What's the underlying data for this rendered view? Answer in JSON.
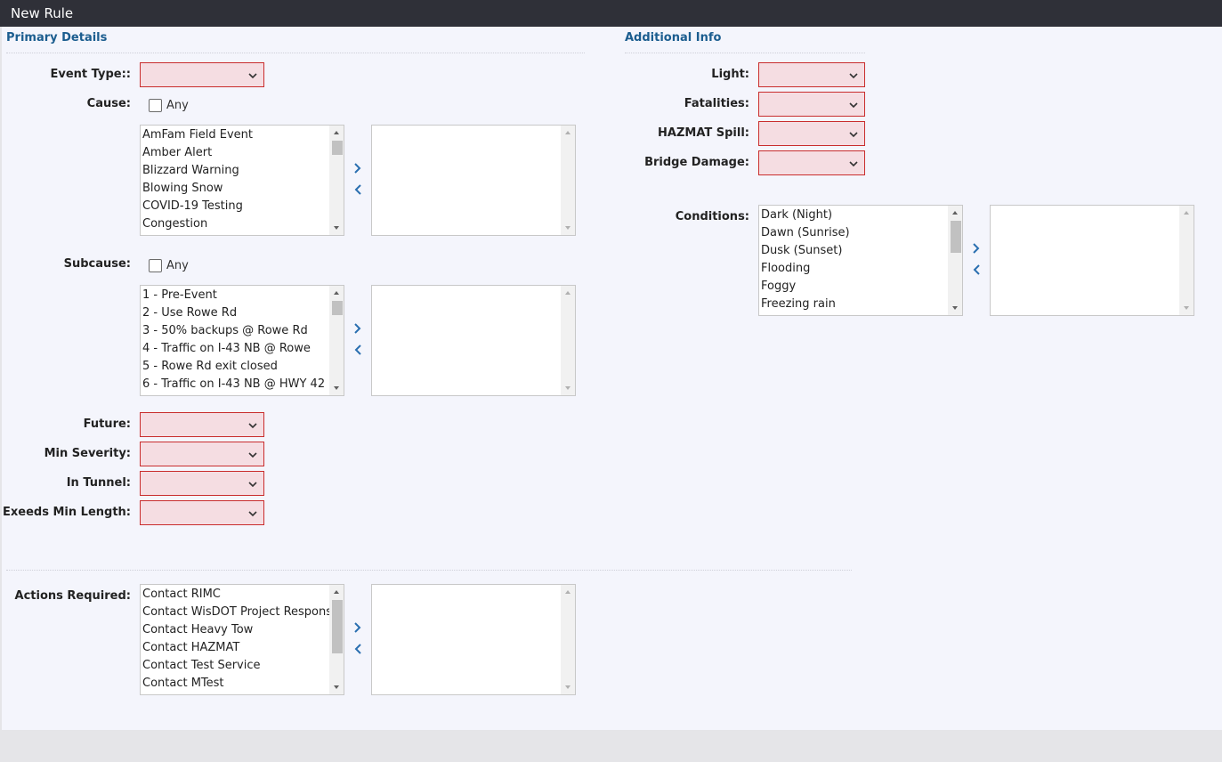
{
  "window": {
    "title": "New Rule"
  },
  "primary": {
    "title": "Primary Details",
    "event_type": {
      "label": "Event Type::",
      "value": ""
    },
    "cause": {
      "label": "Cause:",
      "any_label": "Any",
      "any_checked": false,
      "available": [
        "AmFam Field Event",
        "Amber Alert",
        "Blizzard Warning",
        "Blowing Snow",
        "COVID-19 Testing",
        "Congestion"
      ],
      "selected": []
    },
    "subcause": {
      "label": "Subcause:",
      "any_label": "Any",
      "any_checked": false,
      "available": [
        "1 - Pre-Event",
        "2 - Use Rowe Rd",
        "3 - 50% backups @ Rowe Rd",
        "4 - Traffic on I-43 NB @ Rowe",
        "5 - Rowe Rd exit closed",
        "6 - Traffic on I-43 NB @ HWY 42"
      ],
      "selected": []
    },
    "future": {
      "label": "Future:",
      "value": ""
    },
    "min_severity": {
      "label": "Min Severity:",
      "value": ""
    },
    "in_tunnel": {
      "label": "In Tunnel:",
      "value": ""
    },
    "exceeds_min_length": {
      "label": "Exeeds Min Length:",
      "value": ""
    }
  },
  "additional": {
    "title": "Additional Info",
    "light": {
      "label": "Light:",
      "value": ""
    },
    "fatalities": {
      "label": "Fatalities:",
      "value": ""
    },
    "hazmat_spill": {
      "label": "HAZMAT Spill:",
      "value": ""
    },
    "bridge_damage": {
      "label": "Bridge Damage:",
      "value": ""
    },
    "conditions": {
      "label": "Conditions:",
      "available": [
        "Dark (Night)",
        "Dawn (Sunrise)",
        "Dusk (Sunset)",
        "Flooding",
        "Foggy",
        "Freezing rain"
      ],
      "selected": []
    }
  },
  "actions": {
    "label": "Actions Required:",
    "available": [
      "Contact RIMC",
      "Contact WisDOT Project Response",
      "Contact Heavy Tow",
      "Contact HAZMAT",
      "Contact Test Service",
      "Contact MTest"
    ],
    "selected": []
  },
  "colors": {
    "titlebar": "#2f3038",
    "section_title": "#1b5d8f",
    "dropdown_fill": "#f5dde2",
    "dropdown_border": "#c92d2d",
    "move_arrow": "#2a6fb0"
  }
}
